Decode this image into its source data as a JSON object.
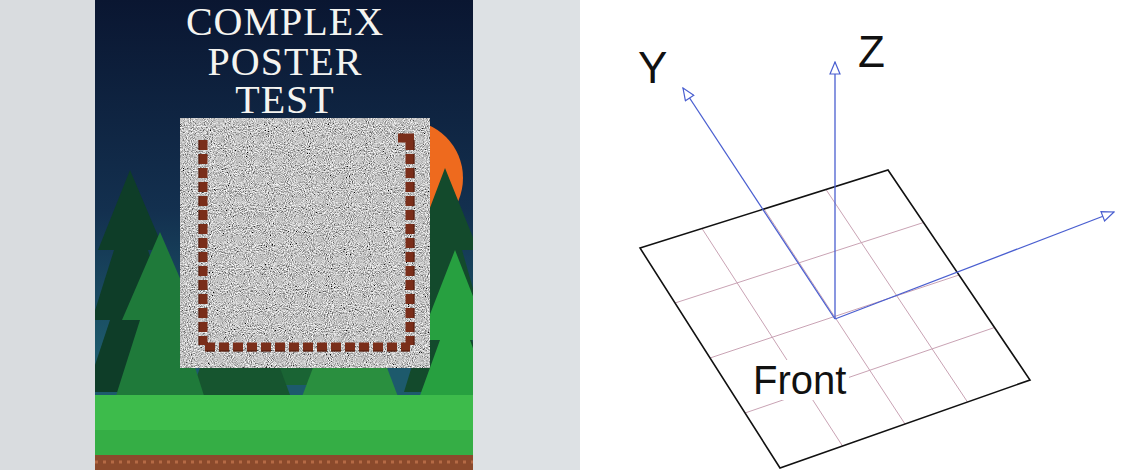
{
  "diagram": {
    "labels": [
      "COMPLEX",
      "POSTER",
      "TEST",
      "Y",
      "Z",
      "Front"
    ]
  }
}
